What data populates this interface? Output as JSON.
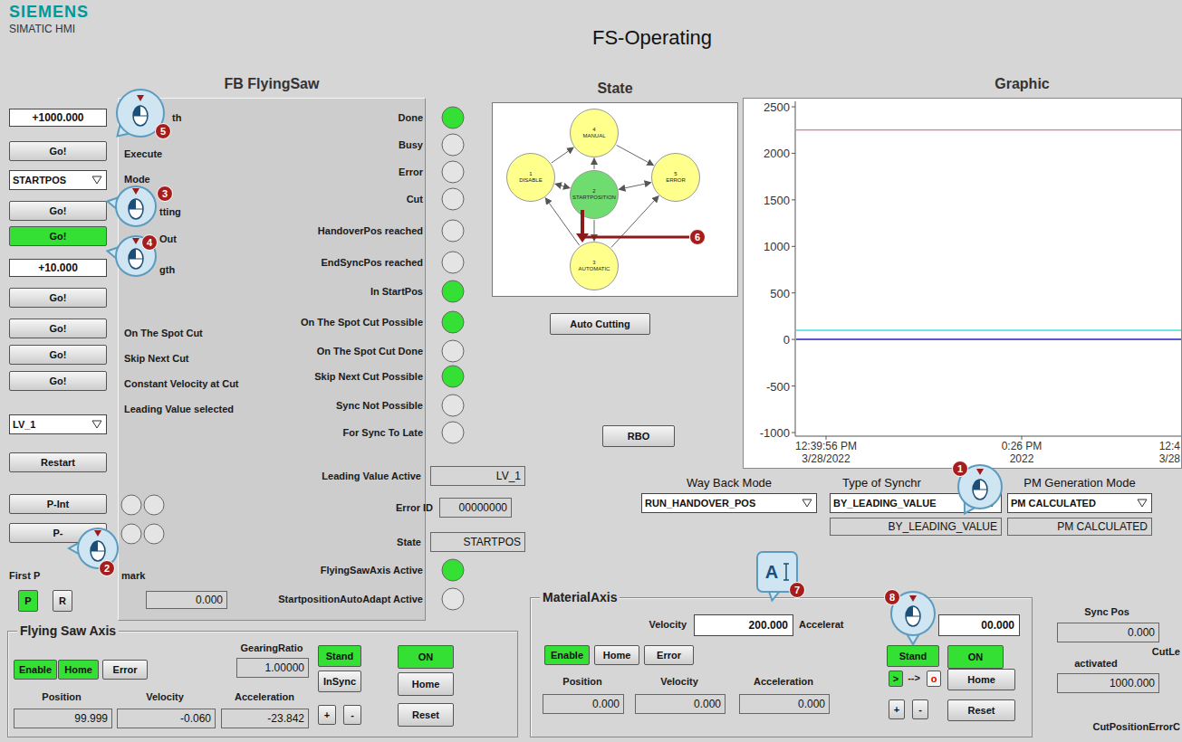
{
  "diagram": {
    "title": "FS-Operating",
    "nodes": [
      {
        "text": [
          "FB FlyingSaw"
        ]
      },
      {
        "text": [
          "State"
        ]
      },
      {
        "text": [
          "Graphic"
        ]
      },
      {
        "text": [
          "+1000.000"
        ]
      },
      {
        "text": [
          "Go!"
        ]
      },
      {
        "text": [
          "STARTPOS"
        ]
      },
      {
        "text": [
          "Go!"
        ]
      },
      {
        "text": [
          "Go!"
        ]
      },
      {
        "text": [
          "+10.000"
        ]
      },
      {
        "text": [
          "Go!"
        ]
      },
      {
        "text": [
          "Go!"
        ]
      },
      {
        "text": [
          "Go!"
        ]
      },
      {
        "text": [
          "Go!"
        ]
      },
      {
        "text": [
          "LV_1"
        ]
      },
      {
        "text": [
          "Restart"
        ]
      },
      {
        "text": [
          "P-Int"
        ]
      },
      {
        "text": [
          "P-"
        ]
      },
      {
        "text": [
          "P"
        ]
      },
      {
        "text": [
          "R"
        ]
      },
      {
        "text": [
          "0.000"
        ],
        "in": 0
      },
      {
        "text": [
          "LV_1"
        ]
      },
      {
        "text": [
          "00000000"
        ]
      },
      {
        "text": [
          "STARTPOS"
        ]
      },
      {
        "text": [
          "4",
          "MANUAL"
        ],
        "in": 1
      },
      {
        "text": [
          "1",
          "DISABLE"
        ],
        "in": 1
      },
      {
        "text": [
          "5",
          "ERROR"
        ],
        "in": 1
      },
      {
        "text": [
          "2",
          "STARTPOSITION"
        ],
        "in": 1
      },
      {
        "text": [
          "3",
          "AUTOMATIC"
        ],
        "in": 1
      },
      {
        "text": [
          "Auto Cutting"
        ]
      },
      {
        "text": [
          "RBO"
        ]
      },
      {
        "text": [
          "RUN_HANDOVER_POS"
        ]
      },
      {
        "text": [
          "BY_LEADING_VALUE"
        ]
      },
      {
        "text": [
          "PM CALCULATED"
        ]
      },
      {
        "text": [
          "BY_LEADING_VALUE"
        ]
      },
      {
        "text": [
          "PM CALCULATED"
        ]
      },
      {
        "text": [
          "Flying Saw Axis"
        ]
      },
      {
        "text": [
          "Enable"
        ],
        "in": 35
      },
      {
        "text": [
          "Home"
        ],
        "in": 35
      },
      {
        "text": [
          "Error"
        ],
        "in": 35
      },
      {
        "text": [
          "1.00000"
        ],
        "in": 35
      },
      {
        "text": [
          "Stand"
        ],
        "in": 35
      },
      {
        "text": [
          "InSync"
        ],
        "in": 35
      },
      {
        "text": [
          "ON"
        ],
        "in": 35
      },
      {
        "text": [
          "Home"
        ],
        "in": 35
      },
      {
        "text": [
          "Reset"
        ],
        "in": 35
      },
      {
        "text": [
          "+"
        ],
        "in": 35
      },
      {
        "text": [
          "-"
        ],
        "in": 35
      },
      {
        "text": [
          "99.999"
        ],
        "in": 35
      },
      {
        "text": [
          "-0.060"
        ],
        "in": 35
      },
      {
        "text": [
          "-23.842"
        ],
        "in": 35
      },
      {
        "text": [
          "MaterialAxis"
        ]
      },
      {
        "text": [
          "200.000"
        ],
        "in": 50
      },
      {
        "text": [
          "00.000"
        ],
        "in": 50
      },
      {
        "text": [
          "Enable"
        ],
        "in": 50
      },
      {
        "text": [
          "Home"
        ],
        "in": 50
      },
      {
        "text": [
          "Error"
        ],
        "in": 50
      },
      {
        "text": [
          "Stand"
        ],
        "in": 50
      },
      {
        "text": [
          "ON"
        ],
        "in": 50
      },
      {
        "text": [
          ">"
        ],
        "in": 50
      },
      {
        "text": [
          "o"
        ],
        "in": 50
      },
      {
        "text": [
          "Home"
        ],
        "in": 50
      },
      {
        "text": [
          "+"
        ],
        "in": 50
      },
      {
        "text": [
          "-"
        ],
        "in": 50
      },
      {
        "text": [
          "Reset"
        ],
        "in": 50
      },
      {
        "text": [
          "0.000"
        ],
        "in": 50
      },
      {
        "text": [
          "0.000"
        ],
        "in": 50
      },
      {
        "text": [
          "0.000"
        ],
        "in": 50
      },
      {
        "text": [
          "0.000"
        ]
      },
      {
        "text": [
          "1000.000"
        ]
      },
      {
        "text": [
          "1"
        ]
      },
      {
        "text": [
          "2"
        ]
      },
      {
        "text": [
          "3"
        ]
      },
      {
        "text": [
          "4"
        ]
      },
      {
        "text": [
          "5"
        ]
      },
      {
        "text": [
          "6"
        ]
      },
      {
        "text": [
          "7"
        ]
      },
      {
        "text": [
          "8"
        ]
      }
    ],
    "edges": [
      {
        "from": 24,
        "to": 23,
        "arrow": "to"
      },
      {
        "from": 23,
        "to": 25,
        "arrow": "to"
      },
      {
        "from": 24,
        "to": 26,
        "arrow": "both"
      },
      {
        "from": 26,
        "to": 25,
        "arrow": "both"
      },
      {
        "from": 26,
        "to": 23,
        "arrow": "to"
      },
      {
        "from": 26,
        "to": 27,
        "arrow": "to"
      },
      {
        "from": 27,
        "to": 24,
        "arrow": "to"
      },
      {
        "from": 27,
        "to": 25,
        "arrow": "to"
      }
    ],
    "labels": [
      "SIEMENS",
      "SIMATIC HMI",
      "th",
      "Execute",
      "Mode",
      "tting",
      "Out",
      "gth",
      "On The Spot Cut",
      "Skip Next Cut",
      "Constant Velocity at Cut",
      "Leading Value selected",
      "Done",
      "Busy",
      "Error",
      "Cut",
      "HandoverPos reached",
      "EndSyncPos reached",
      "In StartPos",
      "On The Spot Cut Possible",
      "On The Spot Cut Done",
      "Skip Next Cut Possible",
      "Sync Not Possible",
      "For Sync To Late",
      "Leading Value Active",
      "Error ID",
      "State",
      "FlyingSawAxis Active",
      "StartpositionAutoAdapt Active",
      "First P",
      "mark",
      "2500",
      "2000",
      "1500",
      "1000",
      "500",
      "0",
      "-500",
      "-1000",
      "12:39:56 PM",
      "3/28/2022",
      "0:26 PM",
      "2022",
      "12:4",
      "3/28",
      "Way Back Mode",
      "Type of Synchr",
      "PM Generation Mode",
      "GearingRatio",
      "Position",
      "Velocity",
      "Acceleration",
      "Velocity",
      "Accelerat",
      "-->",
      "Position",
      "Velocity",
      "Acceleration",
      "Sync Pos",
      "CutLe",
      "activated",
      "CutPositionErrorC",
      "A"
    ]
  }
}
